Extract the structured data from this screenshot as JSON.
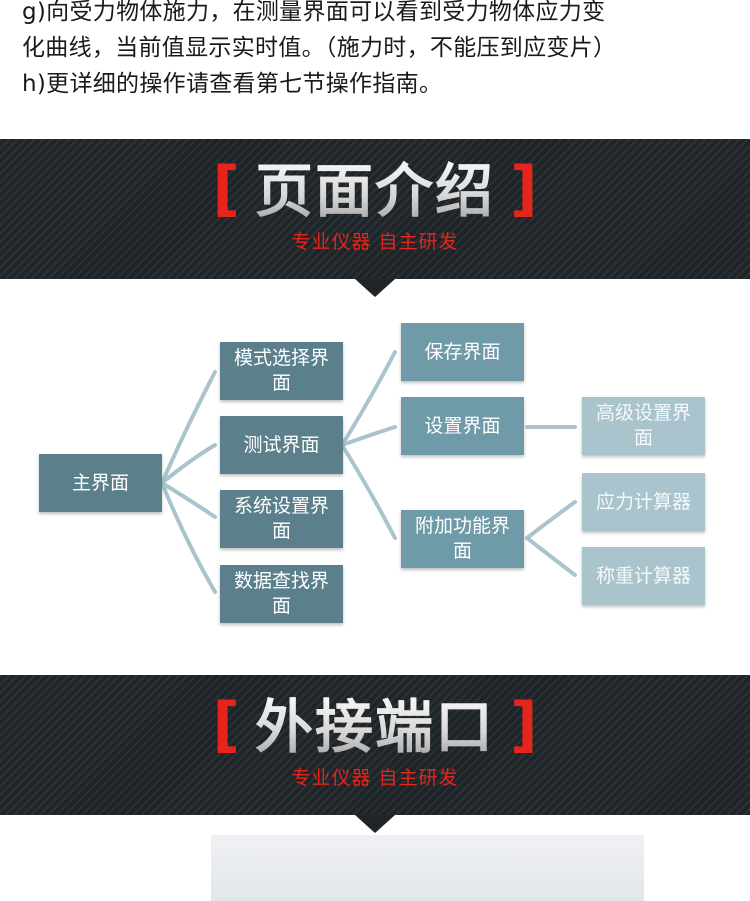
{
  "intro": {
    "line1": "g)向受力物体施力，在测量界面可以看到受力物体应力变",
    "line2": "化曲线，当前值显示实时值。（施力时，不能压到应变片）",
    "line3": "h)更详细的操作请查看第七节操作指南。"
  },
  "banner1": {
    "bracket_left": "[",
    "title": "页面介绍",
    "bracket_right": "]",
    "subtitle": "专业仪器 自主研发"
  },
  "banner2": {
    "bracket_left": "[",
    "title": "外接端口",
    "bracket_right": "]",
    "subtitle": "专业仪器 自主研发"
  },
  "diagram": {
    "root": "主界面",
    "level1": [
      "模式选择界面",
      "测试界面",
      "系统设置界面",
      "数据查找界面"
    ],
    "level2": [
      "保存界面",
      "设置界面",
      "附加功能界面"
    ],
    "level3": [
      "高级设置界面",
      "应力计算器",
      "称重计算器"
    ]
  },
  "colors": {
    "accent_red": "#e5241b",
    "banner_bg": "#1f2428",
    "node_dark": "#5b7f8b",
    "node_mid": "#6f9aa8",
    "node_light": "#a9c4cd"
  }
}
